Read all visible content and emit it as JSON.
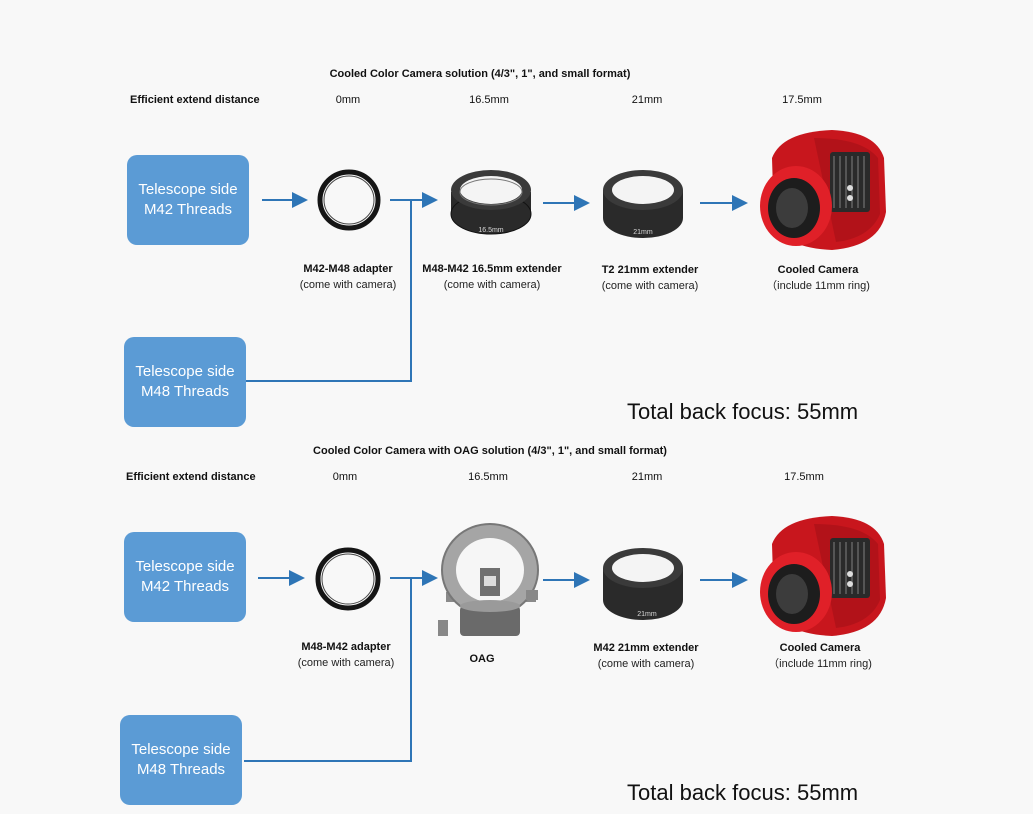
{
  "colors": {
    "box_fill": "#5b9bd5",
    "arrow": "#2e75b6",
    "camera_red": "#c8161d"
  },
  "icons": [
    "adapter-ring-icon",
    "extender-tube-icon",
    "cooled-camera-icon",
    "oag-icon",
    "arrow-icon"
  ],
  "sections": [
    {
      "title": "Cooled Color Camera solution (4/3\", 1\", and small format)",
      "distance_label": "Efficient extend distance",
      "distances": [
        "0mm",
        "16.5mm",
        "21mm",
        "17.5mm"
      ],
      "sources": [
        {
          "line1": "Telescope side",
          "line2": "M42 Threads"
        },
        {
          "line1": "Telescope side",
          "line2": "M48 Threads"
        }
      ],
      "components": [
        {
          "name": "M42-M48 adapter",
          "note": "(come with camera)"
        },
        {
          "name": "M48-M42 16.5mm extender",
          "note": "(come with camera)",
          "ring_text": "16.5mm"
        },
        {
          "name": "T2 21mm extender",
          "note": "(come with camera)",
          "ring_text": "21mm"
        },
        {
          "name": "Cooled Camera",
          "note": "（include 11mm ring)"
        }
      ],
      "total": "Total back focus: 55mm"
    },
    {
      "title": "Cooled Color Camera with OAG solution (4/3\", 1\", and small format)",
      "distance_label": "Efficient extend distance",
      "distances": [
        "0mm",
        "16.5mm",
        "21mm",
        "17.5mm"
      ],
      "sources": [
        {
          "line1": "Telescope side",
          "line2": "M42 Threads"
        },
        {
          "line1": "Telescope side",
          "line2": "M48 Threads"
        }
      ],
      "components": [
        {
          "name": "M48-M42 adapter",
          "note": "(come with camera)"
        },
        {
          "name": "OAG",
          "note": ""
        },
        {
          "name": "M42 21mm extender",
          "note": "(come with camera)",
          "ring_text": "21mm"
        },
        {
          "name": "Cooled Camera",
          "note": "（include 11mm ring)"
        }
      ],
      "total": "Total back focus: 55mm"
    }
  ]
}
